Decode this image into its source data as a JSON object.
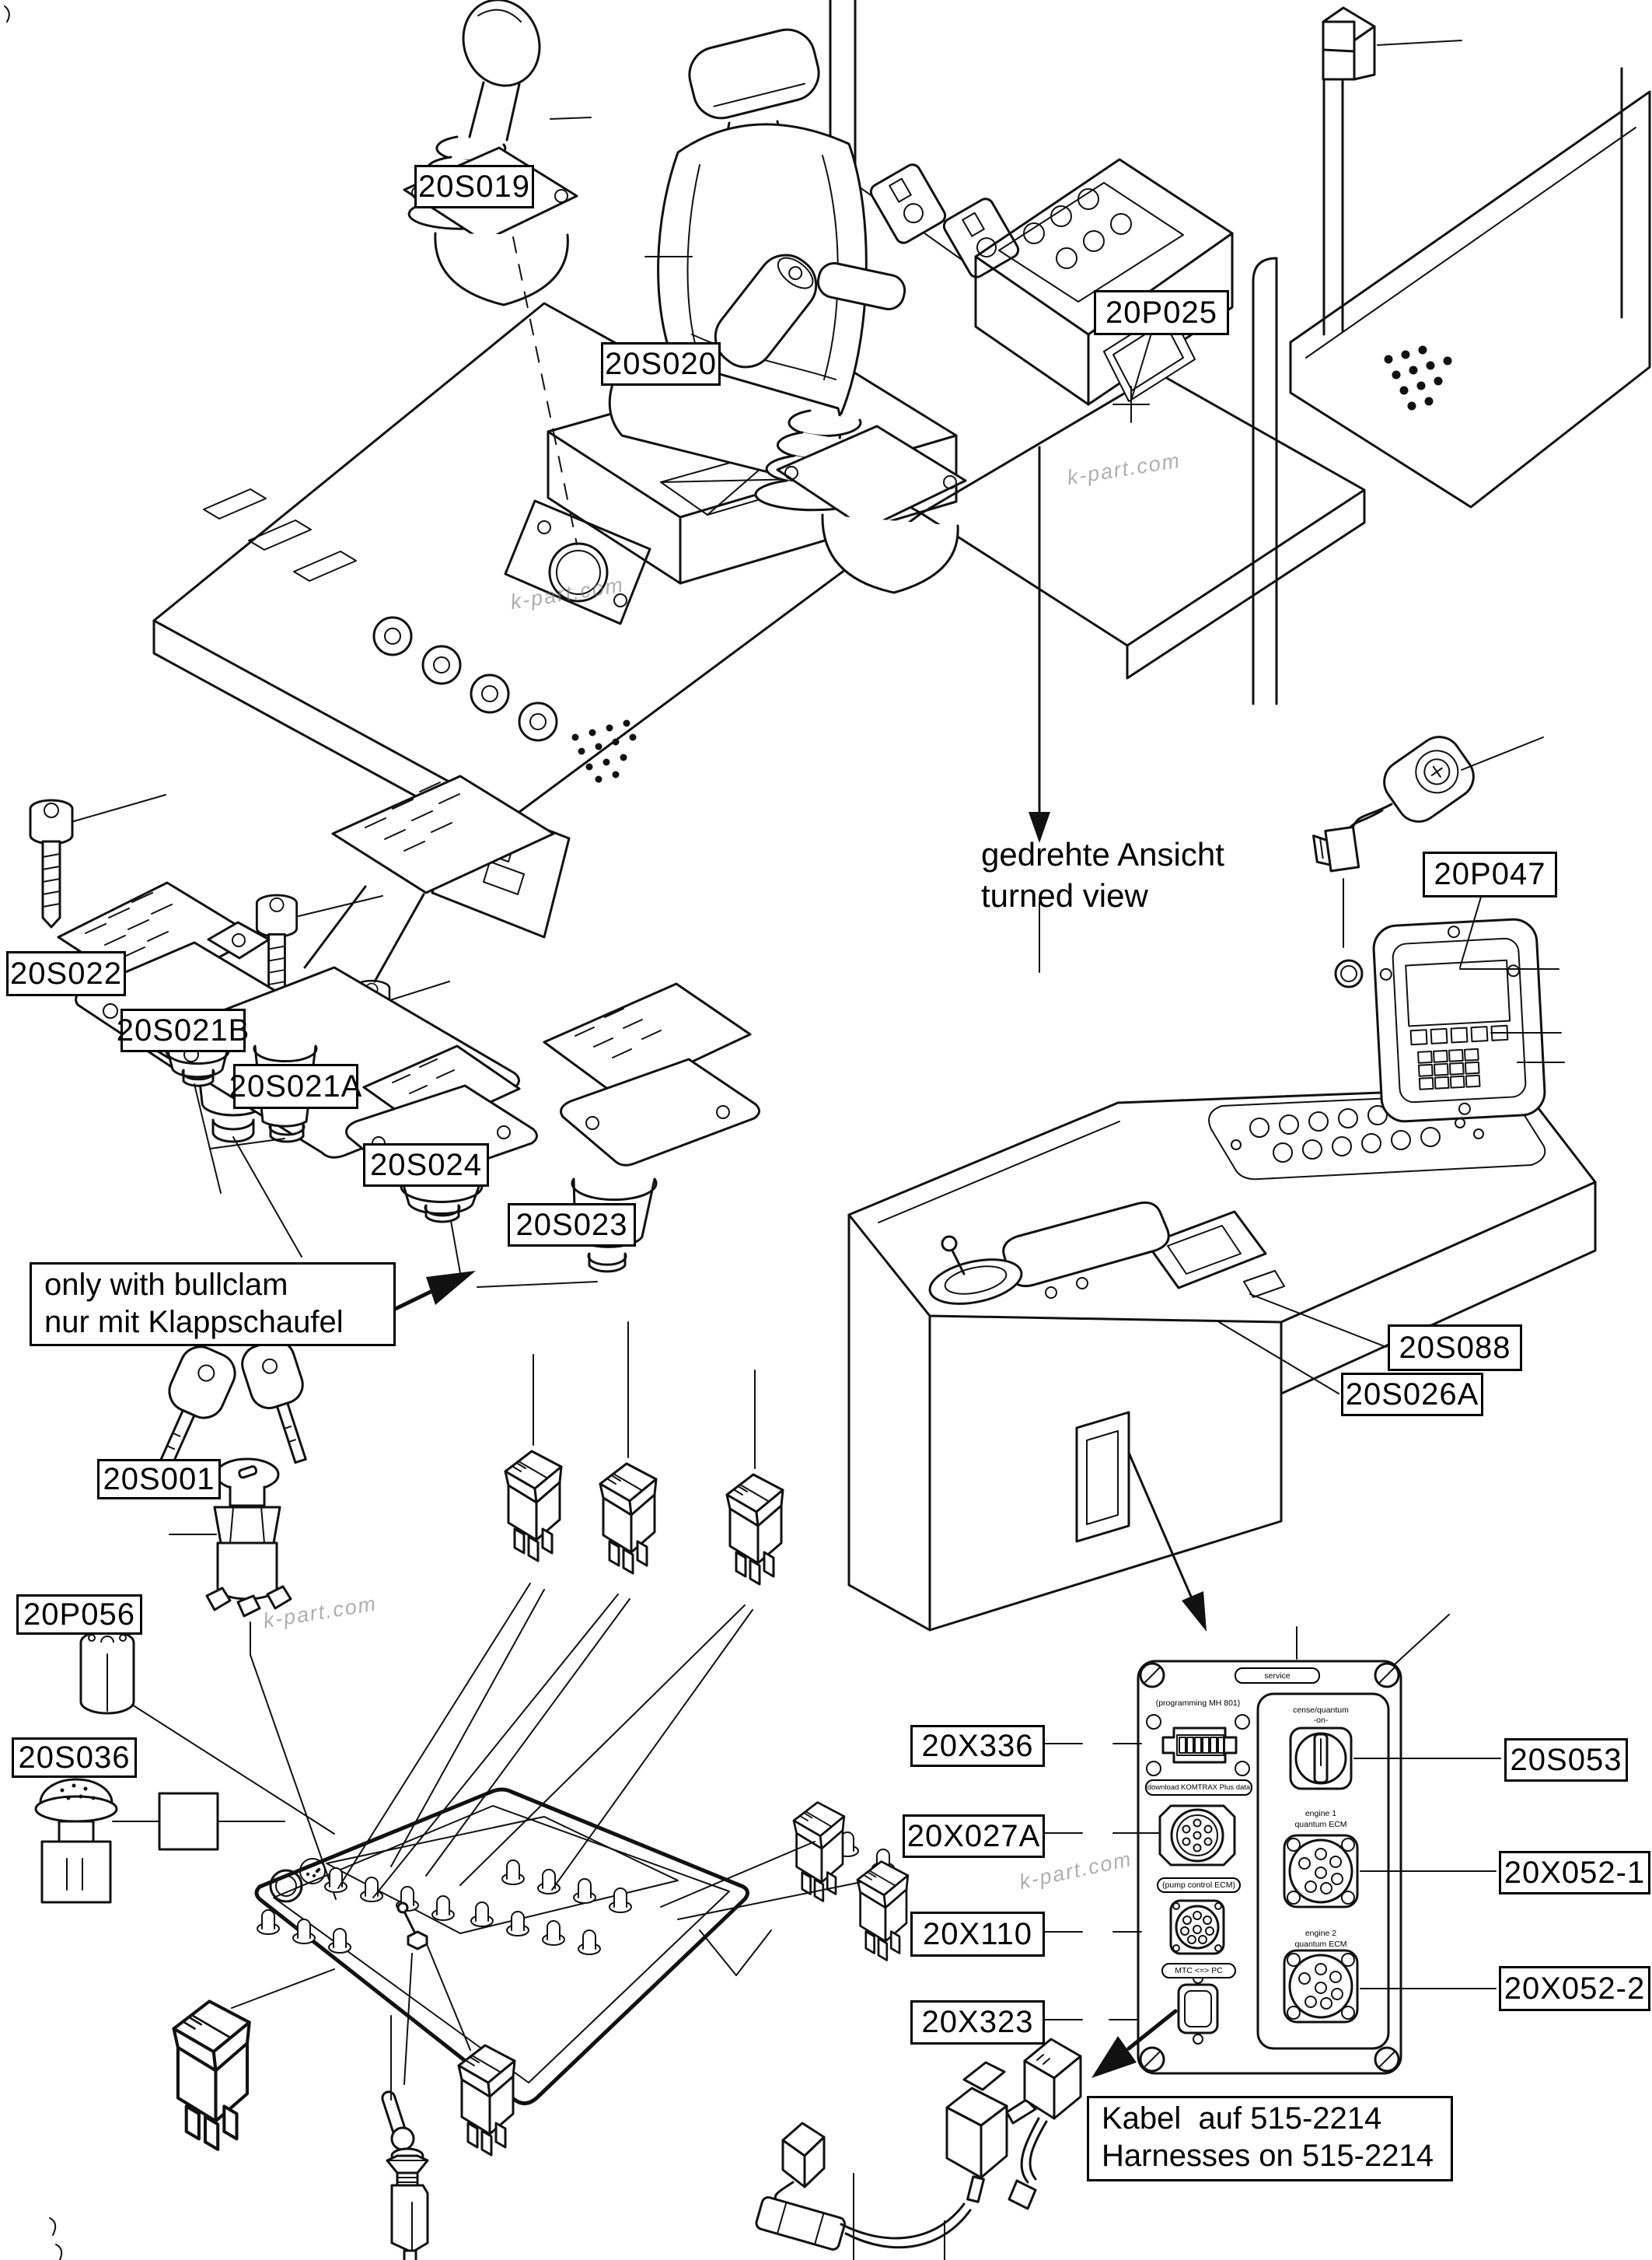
{
  "diagram": {
    "watermark": "k-part.com",
    "parts": {
      "s019": "20S019",
      "s020": "20S020",
      "p025": "20P025",
      "s022": "20S022",
      "s021b": "20S021B",
      "s021a": "20S021A",
      "s024": "20S024",
      "s023": "20S023",
      "s001": "20S001",
      "p056": "20P056",
      "s036": "20S036",
      "p047": "20P047",
      "s088": "20S088",
      "s026a": "20S026A",
      "x336": "20X336",
      "x027a": "20X027A",
      "x110": "20X110",
      "x323": "20X323",
      "s053": "20S053",
      "x052_1": "20X052-1",
      "x052_2": "20X052-2"
    },
    "notes": {
      "turned_view_de": "gedrehte Ansicht",
      "turned_view_en": "turned view",
      "bullclam_en": "only with bullclam",
      "bullclam_de": "nur mit Klappschaufel",
      "harness_de": "Kabel  auf 515-2214",
      "harness_en": "Harnesses on 515-2214"
    },
    "service_panel": {
      "service": "service",
      "programming": "(programming MH 801)",
      "komtrax": "(download KOMTRAX Plus data)",
      "pump_ecm": "(pump control ECM)",
      "mtc_pc": "MTC <=> PC",
      "cense_quantum": "cense/quantum",
      "cense_on": "-on-",
      "engine1": "engine 1",
      "engine1_ecm": "quantum ECM",
      "engine2": "engine 2",
      "engine2_ecm": "quantum ECM"
    }
  }
}
